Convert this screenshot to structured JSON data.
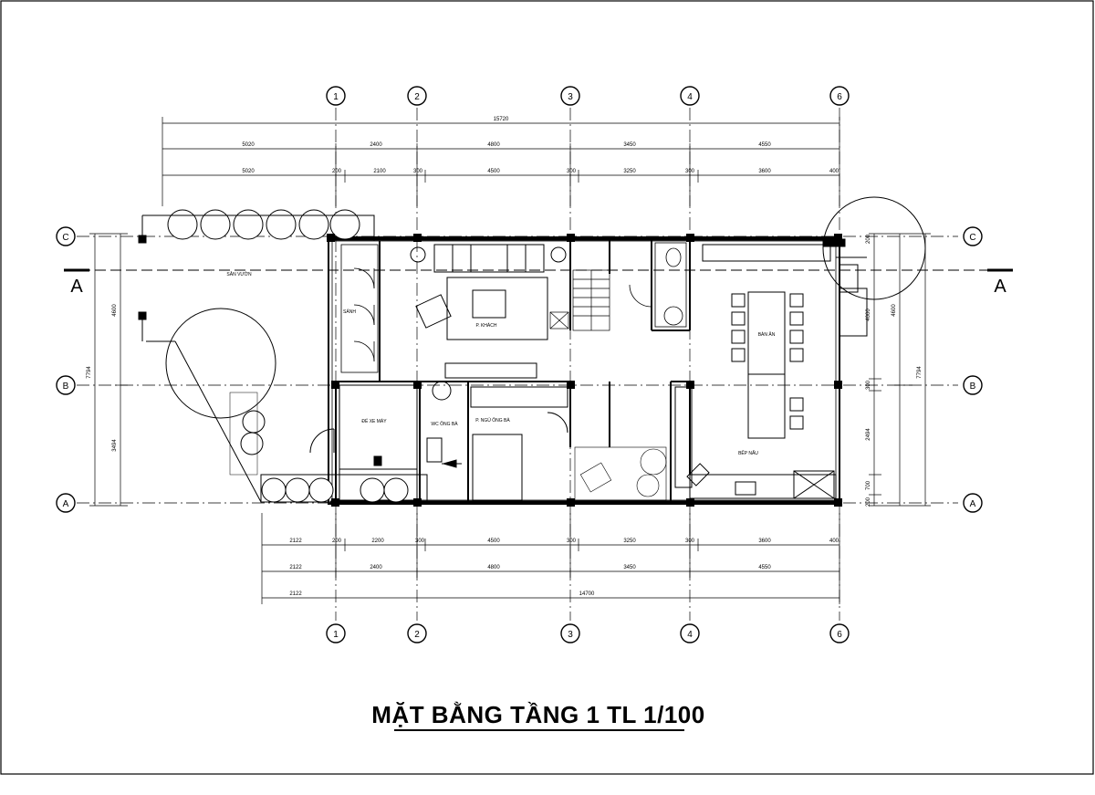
{
  "title": "MẶT BẰNG TẦNG 1 TL 1/100",
  "colors": {
    "line": "#000000",
    "paper": "#ffffff"
  },
  "grid_columns": [
    "1",
    "2",
    "3",
    "4",
    "6"
  ],
  "grid_rows": [
    "C",
    "B",
    "A"
  ],
  "section_marks": [
    "A",
    "A"
  ],
  "dims_top": {
    "overall": "15720",
    "row2": [
      "5020",
      "2400",
      "4800",
      "3450",
      "4550"
    ],
    "row3": [
      "5020",
      "200",
      "2100",
      "300",
      "4500",
      "300",
      "3250",
      "300",
      "3600",
      "400"
    ]
  },
  "dims_bottom": {
    "row1": [
      "2122",
      "200",
      "2200",
      "300",
      "4500",
      "300",
      "3250",
      "300",
      "3600",
      "400"
    ],
    "row2": [
      "2122",
      "2400",
      "4800",
      "3450",
      "4550"
    ],
    "row3": [
      "2122",
      "14700"
    ]
  },
  "dims_left": [
    "7794",
    "4600",
    "3494"
  ],
  "dims_right": [
    "7794",
    "4600",
    "4000",
    "300",
    "2494",
    "700",
    "200",
    "200"
  ],
  "room_labels": {
    "living": "P. KHÁCH",
    "dining": "BÀN ĂN",
    "kitchen": "BẾP NẤU",
    "bedroom": "P. NGỦ ÔNG BÀ",
    "wc_elder": "WC ÔNG BÀ",
    "garage": "ĐỂ XE MÁY",
    "garden": "SÂN VƯỜN",
    "lobby": "SẢNH"
  }
}
